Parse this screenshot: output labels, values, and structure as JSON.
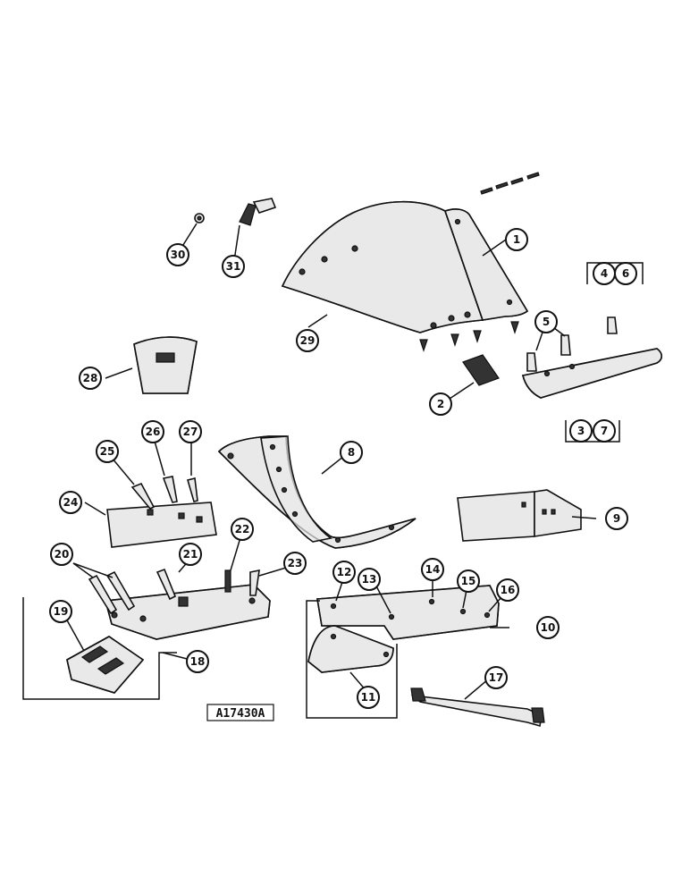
{
  "reference_code": "A17430A",
  "callouts": {
    "c1": "1",
    "c2": "2",
    "c3": "3",
    "c4": "4",
    "c5": "5",
    "c6": "6",
    "c7": "7",
    "c8": "8",
    "c9": "9",
    "c10": "10",
    "c11": "11",
    "c12": "12",
    "c13": "13",
    "c14": "14",
    "c15": "15",
    "c16": "16",
    "c17": "17",
    "c18": "18",
    "c19": "19",
    "c20": "20",
    "c21": "21",
    "c22": "22",
    "c23": "23",
    "c24": "24",
    "c25": "25",
    "c26": "26",
    "c27": "27",
    "c28": "28",
    "c29": "29",
    "c30": "30",
    "c31": "31"
  }
}
